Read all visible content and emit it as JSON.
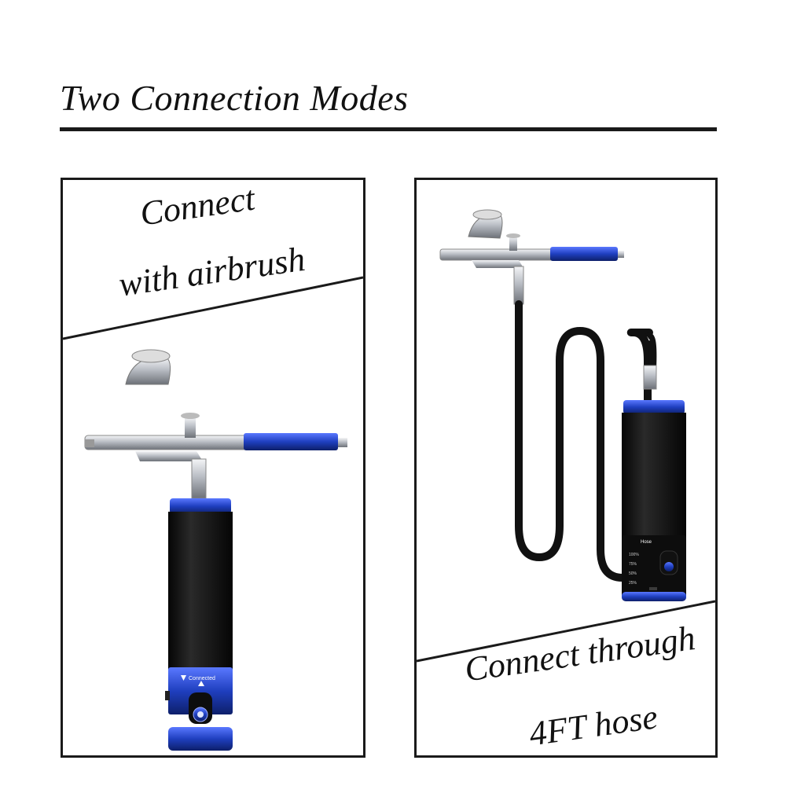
{
  "header": {
    "title": "Two Connection Modes"
  },
  "panels": {
    "left": {
      "caption_line1": "Connect",
      "caption_line2": "with airbrush",
      "device_label": "Connected"
    },
    "right": {
      "caption_line1": "Connect through",
      "caption_line2": "4FT hose",
      "device_label": "Hose",
      "level_labels": [
        "100%",
        "75%",
        "50%",
        "25%"
      ]
    }
  },
  "colors": {
    "accent_blue": "#1f3fbf",
    "body_black": "#141414",
    "chrome": "#c9ccd1",
    "frame": "#1a1a1a"
  },
  "icons": [
    "airbrush-icon",
    "compressor-icon",
    "hose-icon",
    "power-button-icon"
  ]
}
